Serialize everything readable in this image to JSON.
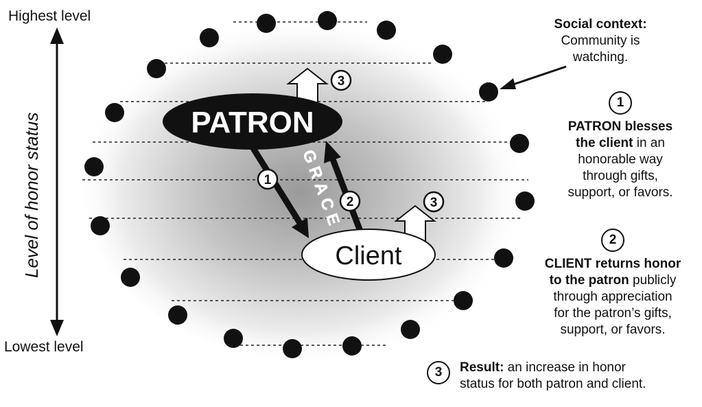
{
  "axis": {
    "top_label": "Highest level",
    "bottom_label": "Lowest level",
    "title": "Level of honor status"
  },
  "nodes": {
    "patron": "PATRON",
    "client": "Client",
    "grace": "GRACE"
  },
  "markers": {
    "one": "1",
    "two": "2",
    "three": "3"
  },
  "social": {
    "title": "Social context:",
    "line1": "Community is",
    "line2": "watching."
  },
  "step1": {
    "num": "1",
    "bold1": "PATRON blesses",
    "bold2": "the client",
    "rest2": " in an",
    "line3": "honorable way",
    "line4": "through gifts,",
    "line5": "support, or favors."
  },
  "step2": {
    "num": "2",
    "bold1": "CLIENT returns honor",
    "bold2": "to the patron",
    "rest2": " publicly",
    "line3": "through appreciation",
    "line4": "for the patron’s gifts,",
    "line5": "support, or favors."
  },
  "step3": {
    "num": "3",
    "bold": "Result:",
    "rest1": " an increase in honor",
    "line2": "status for both patron and client."
  },
  "colors": {
    "ink": "#111111",
    "halo_center": "#9a9a9a",
    "halo_edge": "#ffffff"
  }
}
